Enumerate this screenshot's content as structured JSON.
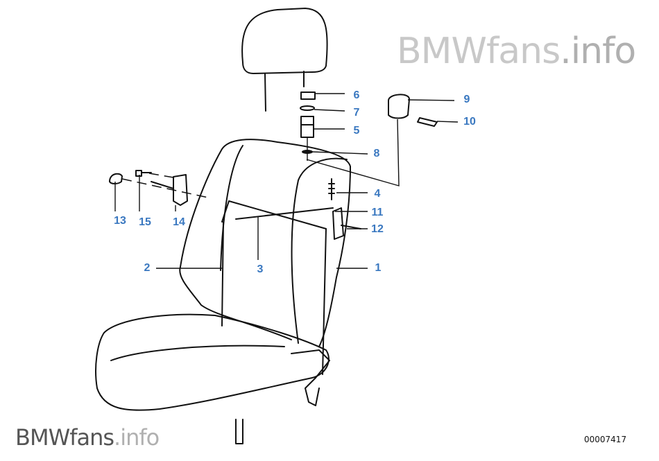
{
  "watermark": {
    "brand": "BMWfans",
    "domain": ".info"
  },
  "diagram_number": "00007417",
  "accent_color": "#3a78c0",
  "callouts": [
    {
      "id": "1",
      "label": "1"
    },
    {
      "id": "2",
      "label": "2"
    },
    {
      "id": "3",
      "label": "3"
    },
    {
      "id": "4",
      "label": "4"
    },
    {
      "id": "5",
      "label": "5"
    },
    {
      "id": "6",
      "label": "6"
    },
    {
      "id": "7",
      "label": "7"
    },
    {
      "id": "8",
      "label": "8"
    },
    {
      "id": "9",
      "label": "9"
    },
    {
      "id": "10",
      "label": "10"
    },
    {
      "id": "11",
      "label": "11"
    },
    {
      "id": "12",
      "label": "12"
    },
    {
      "id": "13",
      "label": "13"
    },
    {
      "id": "14",
      "label": "14"
    },
    {
      "id": "15",
      "label": "15"
    }
  ]
}
